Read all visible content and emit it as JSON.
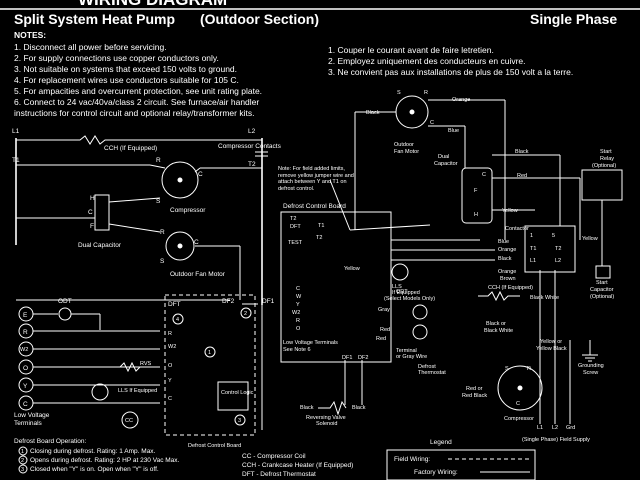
{
  "header": {
    "top_title": "WIRING DIAGRAM",
    "title": "Split System Heat Pump",
    "section": "(Outdoor Section)",
    "phase": "Single Phase"
  },
  "notes": {
    "heading": "NOTES:",
    "en": [
      "1.  Disconnect all power before servicing.",
      "2.  For supply connections use copper conductors only.",
      "3.  Not suitable on systems that exceed 150 volts to ground.",
      "4.  For replacement wires use conductors suitable for 105 C.",
      "5.  For ampacities and overcurrent protection, see unit rating plate.",
      "6.  Connect to 24 vac/40va/class 2 circuit.  See furnace/air handler",
      "     instructions for control circuit and optional relay/transformer kits."
    ],
    "fr": [
      "1.  Couper le courant avant de faire letretien.",
      "2.  Employez uniquement des conducteurs en cuivre.",
      "3.  Ne convient pas aux installations de plus de 150 volt a la terre."
    ]
  },
  "ladder": {
    "l1": "L1",
    "l2": "L2",
    "t1": "T1",
    "t2": "T2",
    "cch": "CCH (If Equipped)",
    "compressor_contacts": "Compressor Contacts",
    "compressor": "Compressor",
    "dual_capacitor": "Dual Capacitor",
    "fan_motor": "Outdoor Fan Motor",
    "r": "R",
    "c": "C",
    "s": "S",
    "h": "H",
    "f": "F",
    "df1": "DF1",
    "df2": "DF2",
    "odt": "ODT",
    "dft": "DFT",
    "terminals": [
      "E",
      "R",
      "W2",
      "O",
      "Y",
      "C"
    ],
    "low_voltage": "Low Voltage Terminals",
    "lls": "LLS If Equipped",
    "cc": "CC",
    "rvs": "RVS",
    "control_logic": "Control Logic",
    "defrost_control_board": "Defrost Control Board",
    "b_labels": [
      "R",
      "W2",
      "Y",
      "C",
      "O"
    ],
    "markers": [
      "1",
      "2",
      "3",
      "4"
    ]
  },
  "defrost_board": {
    "note": "Note:  For field added limits, remove yellow jumper wire and attach between Y and T1 on defrost control.",
    "title": "Defrost Control Board",
    "t2": "T2",
    "dft": "DFT",
    "t1": "T1",
    "test": "TEST",
    "yellow": "Yellow",
    "pins": [
      "C",
      "W",
      "Y",
      "W2",
      "R",
      "O"
    ],
    "low_voltage": "Low Voltage Terminals See Note 6",
    "odt": "ODT (Select Models Only)",
    "gray": "Gray",
    "red": "Red",
    "terminal": "Terminal or Gray Wire",
    "defrost_thermostat": "Defrost Thermostat",
    "df1": "DF1",
    "df2": "DF2",
    "black": "Black",
    "rvs": "Reversing Valve Solenoid",
    "lls": "LLS If Equipped"
  },
  "components": {
    "fan_motor": "Outdoor Fan Motor",
    "orange": "Orange",
    "black": "Black",
    "blue": "Blue",
    "red": "Red",
    "brown": "Brown",
    "yellow": "Yellow",
    "dual_capacitor": "Dual Capacitor",
    "c": "C",
    "f": "F",
    "h": "H",
    "r": "R",
    "s": "S",
    "contactor": "Contactor",
    "start_relay": "Start Relay (Optional)",
    "start_capacitor": "Start Capacitor (Optional)",
    "cch": "CCH (If Equipped)",
    "black_white": "Black White",
    "black_or_black_white": "Black or Black White",
    "yellow_or_yellow_black": "Yellow or Yellow Black",
    "grounding_screw": "Grounding Screw",
    "red_or_red_black": "Red or Red Black",
    "compressor": "Compressor",
    "l1": "L1",
    "l2": "L2",
    "grd": "Grd",
    "field_supply": "(Single Phase) Field Supply",
    "t1": "T1",
    "t2": "T2",
    "one": "1",
    "two": "2",
    "five": "5"
  },
  "legend": {
    "title": "Legend",
    "field": "Field Wiring:",
    "factory": "Factory Wiring:"
  },
  "defrost_operation": {
    "title": "Defrost Board Operation:",
    "items": [
      "Closing during defrost. Rating:  1 Amp. Max.",
      "Opens during defrost. Rating:  2 HP at 230 Vac Max.",
      "Closed when \"Y\" is on. Open when \"Y\" is off."
    ],
    "numbers": [
      "1",
      "2",
      "3"
    ]
  },
  "abbreviations": [
    "CC - Compressor Coil",
    "CCH - Crankcase Heater (If Equipped)",
    "DFT - Defrost Thermostat"
  ]
}
